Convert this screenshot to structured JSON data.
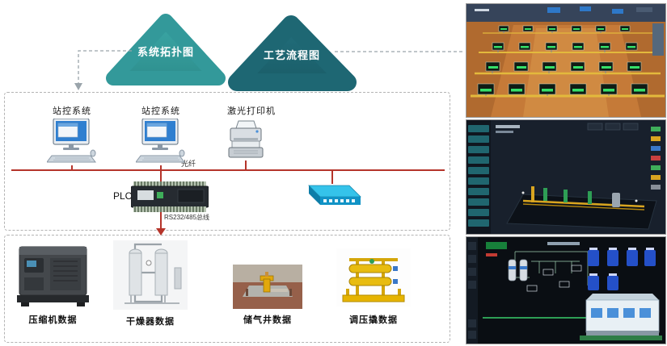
{
  "banner": {
    "left_tab": "系统拓扑图",
    "right_tab": "工艺流程图"
  },
  "topology": {
    "stations": [
      {
        "label": "站控系统"
      },
      {
        "label": "站控系统"
      }
    ],
    "printer_label": "激光打印机",
    "fiber_label": "光纤",
    "plc_label": "PLC",
    "bus_label": "RS232/485总线"
  },
  "equipment": {
    "items": [
      {
        "label": "压缩机数据",
        "type": "compressor"
      },
      {
        "label": "干燥器数据",
        "type": "dryer"
      },
      {
        "label": "储气井数据",
        "type": "gas-storage-well"
      },
      {
        "label": "调压撬数据",
        "type": "pressure-regulating-skid"
      }
    ]
  },
  "screens": [
    {
      "name": "well-field-monitoring-hmi"
    },
    {
      "name": "station-3d-scene-hmi"
    },
    {
      "name": "process-flow-hmi"
    }
  ],
  "colors": {
    "teal": "#36989a",
    "dark_teal": "#1f6b77",
    "network_red": "#b5342a"
  }
}
